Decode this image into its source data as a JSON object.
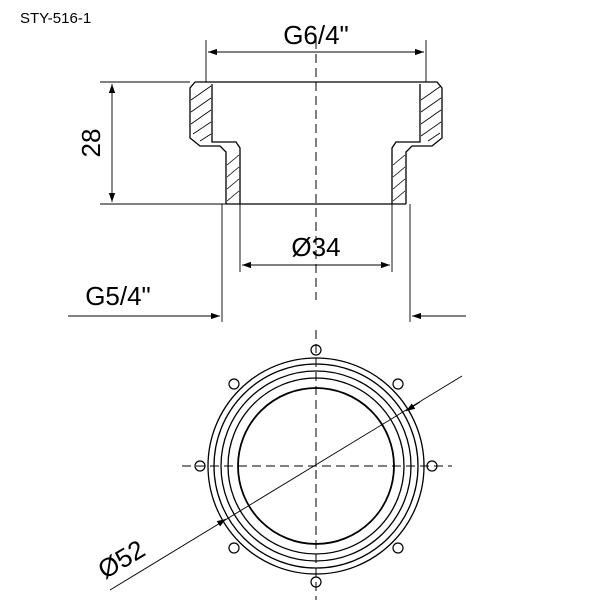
{
  "drawing": {
    "part_code": "STY-516-1",
    "dim_top_thread": "G6/4\"",
    "dim_height": "28",
    "dim_inner_diameter": "Ø34",
    "dim_bottom_thread": "G5/4\"",
    "dim_outer_diameter": "Ø52"
  }
}
